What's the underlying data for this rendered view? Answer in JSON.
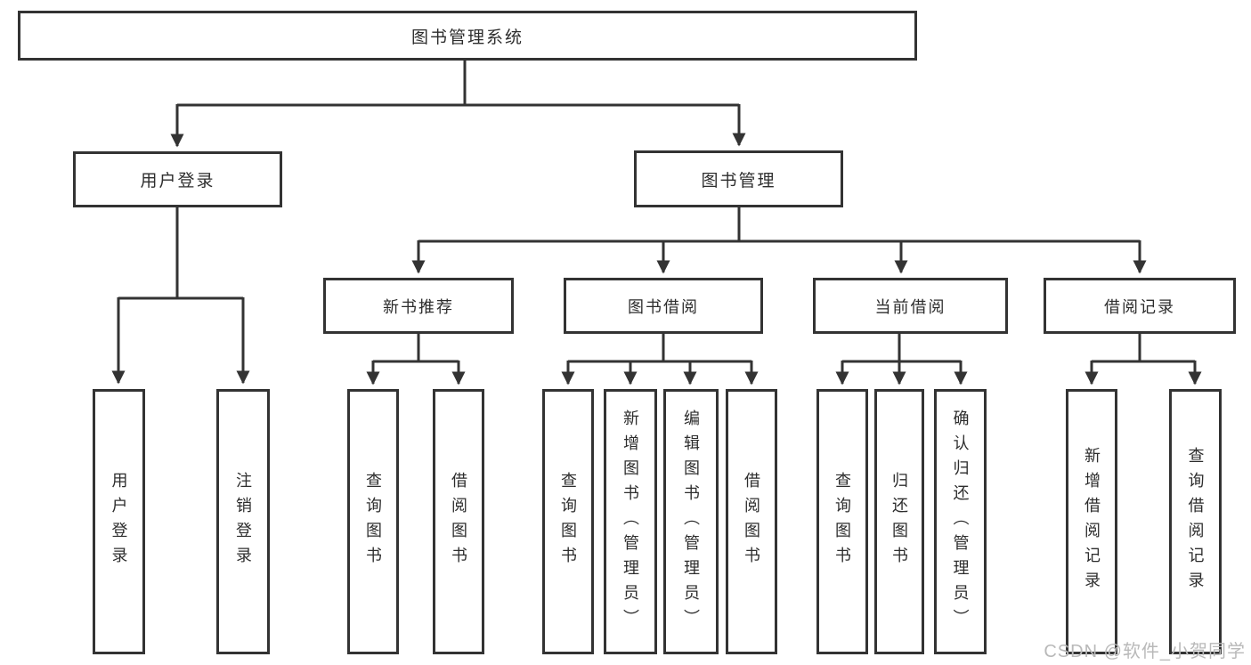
{
  "diagram": {
    "title": "图书管理系统",
    "root": "图书管理系统",
    "level2": {
      "user_login": "用户登录",
      "book_mgmt": "图书管理"
    },
    "level3": {
      "new_book_rec": "新书推荐",
      "book_borrow": "图书借阅",
      "current_borrow": "当前借阅",
      "borrow_records": "借阅记录"
    },
    "leaves": {
      "login": [
        "用户登录",
        "注销登录"
      ],
      "recommend": [
        "查询图书",
        "借阅图书"
      ],
      "borrow": [
        "查询图书",
        "新增图书（管理员）",
        "编辑图书（管理员）",
        "借阅图书"
      ],
      "current": [
        "查询图书",
        "归还图书",
        "确认归还（管理员）"
      ],
      "records": [
        "新增借阅记录",
        "查询借阅记录"
      ]
    },
    "colors": {
      "line": "#333333",
      "box_background": "#ffffff",
      "text": "#2d2d2d",
      "watermark": "#b9b9b9"
    },
    "watermark": "CSDN @软件_小贺同学"
  }
}
